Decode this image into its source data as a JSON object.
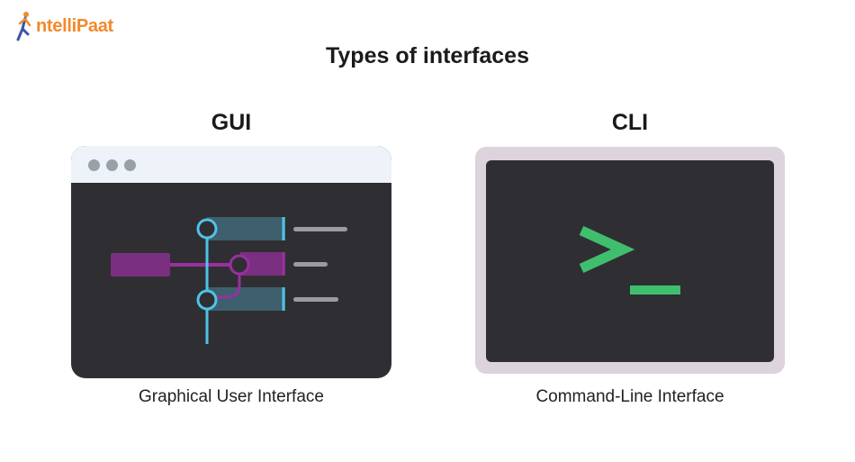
{
  "brand": {
    "name": "ntelliPaat",
    "accent": "#f4892a"
  },
  "page_title": "Types of interfaces",
  "gui": {
    "heading": "GUI",
    "caption": "Graphical User Interface",
    "titlebar_dots": 3
  },
  "cli": {
    "heading": "CLI",
    "caption": "Command-Line Interface",
    "prompt_symbol": ">_"
  },
  "colors": {
    "window_dark": "#2f2f33",
    "titlebar": "#eef3fa",
    "cli_frame": "#dcd3dc",
    "gui_blue": "#4fc3e8",
    "gui_purple": "#9a2fa0",
    "cli_green": "#3fbf6e"
  }
}
